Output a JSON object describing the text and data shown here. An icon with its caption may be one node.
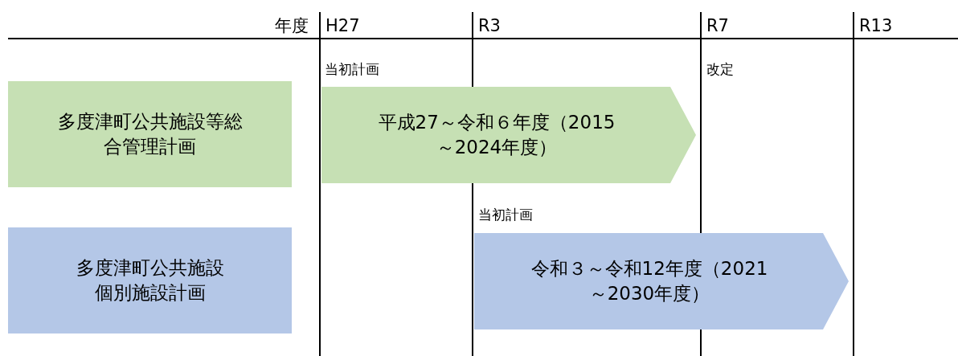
{
  "diagram": {
    "nodes": [
      {
        "text": [
          "多度津町公共施設等総合管理計画"
        ]
      },
      {
        "text": [
          "平成27～令和６年度（2015～2024年度）"
        ]
      },
      {
        "text": [
          "多度津町公共施設個別施設計画"
        ]
      },
      {
        "text": [
          "令和３～令和12年度（2021～2030年度）"
        ]
      }
    ],
    "labels": [
      "年度",
      "H27",
      "R3",
      "R7",
      "R13",
      "当初計画",
      "改定",
      "当初計画"
    ]
  }
}
